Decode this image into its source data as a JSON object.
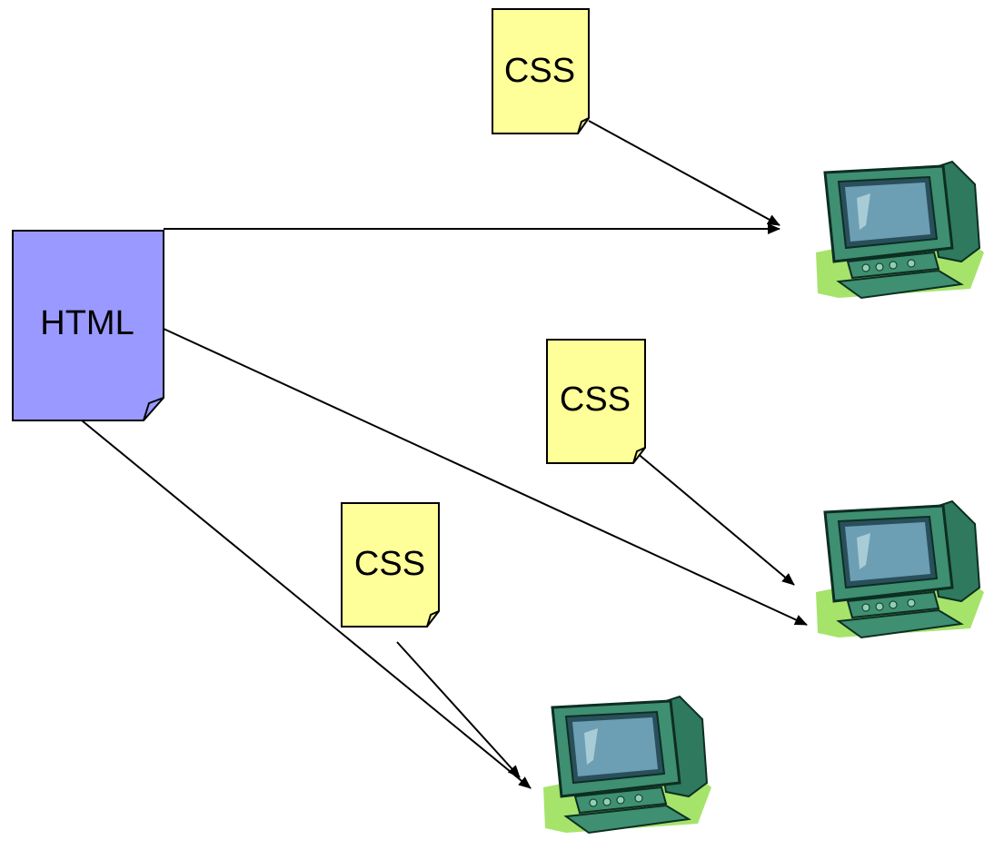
{
  "diagram": {
    "html_document": {
      "label": "HTML",
      "fill": "#9999ff"
    },
    "css_documents": [
      {
        "label": "CSS",
        "fill": "#ffff99"
      },
      {
        "label": "CSS",
        "fill": "#ffff99"
      },
      {
        "label": "CSS",
        "fill": "#ffff99"
      }
    ],
    "computers": [
      {
        "icon": "computer-monitor-icon"
      },
      {
        "icon": "computer-monitor-icon"
      },
      {
        "icon": "computer-monitor-icon"
      }
    ],
    "colors": {
      "monitor_body": "#3f8f72",
      "monitor_dark": "#2a6b52",
      "screen": "#6c9fb3",
      "screen_glare": "#a8ccd6",
      "ground": "#a6e36b",
      "arrow": "#000000"
    }
  }
}
